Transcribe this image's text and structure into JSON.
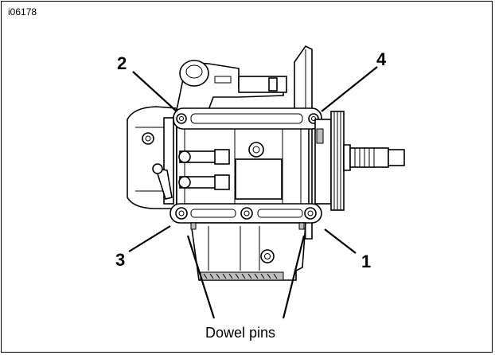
{
  "figure_id": "i06178",
  "callouts": {
    "c1": "1",
    "c2": "2",
    "c3": "3",
    "c4": "4"
  },
  "caption": "Dowel pins"
}
